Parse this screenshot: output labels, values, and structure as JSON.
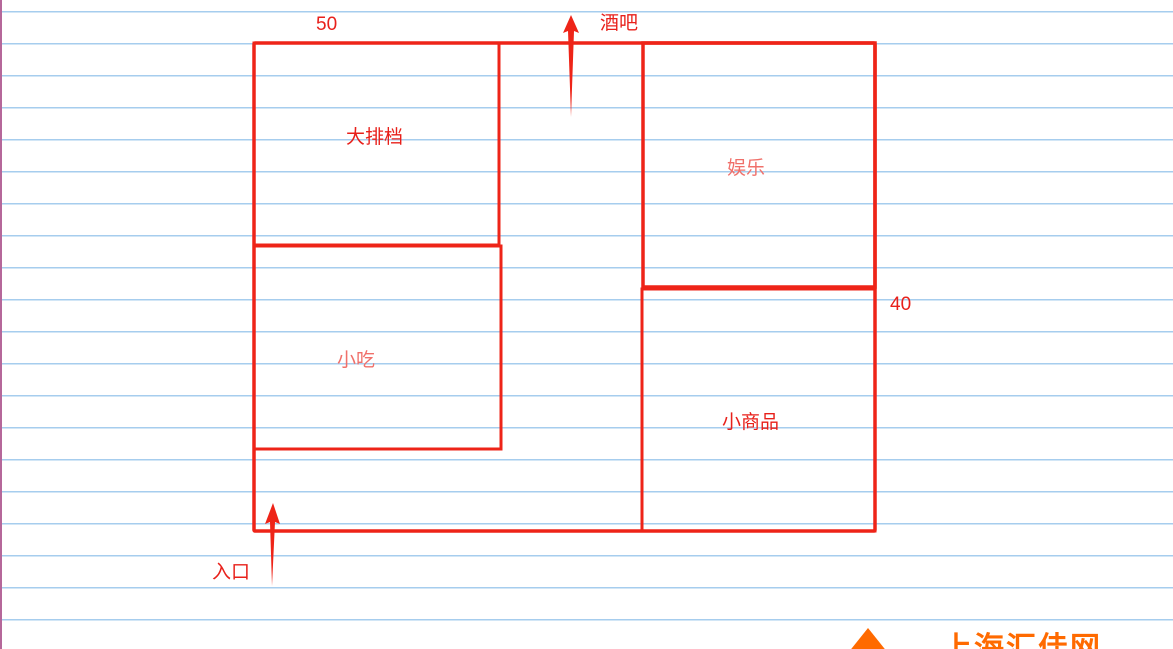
{
  "diagram": {
    "title": "",
    "colors": {
      "outline": "#ee2418",
      "label": "#e8201a",
      "ruled_line": "#a6cdee",
      "margin_line": "#b5679a",
      "watermark": "#ff6a00"
    },
    "dimensions": {
      "width_label": "50",
      "height_label": "40"
    },
    "zones": [
      {
        "id": "dapaidang",
        "label": "大排档"
      },
      {
        "id": "xiaochi",
        "label": "小吃"
      },
      {
        "id": "yule",
        "label": "娱乐"
      },
      {
        "id": "xiaoshangpin",
        "label": "小商品"
      }
    ],
    "arrows": [
      {
        "id": "bar",
        "label": "酒吧",
        "direction": "up"
      },
      {
        "id": "entrance",
        "label": "入口",
        "direction": "up"
      }
    ],
    "watermark": {
      "text": "上海汇佳网"
    }
  }
}
